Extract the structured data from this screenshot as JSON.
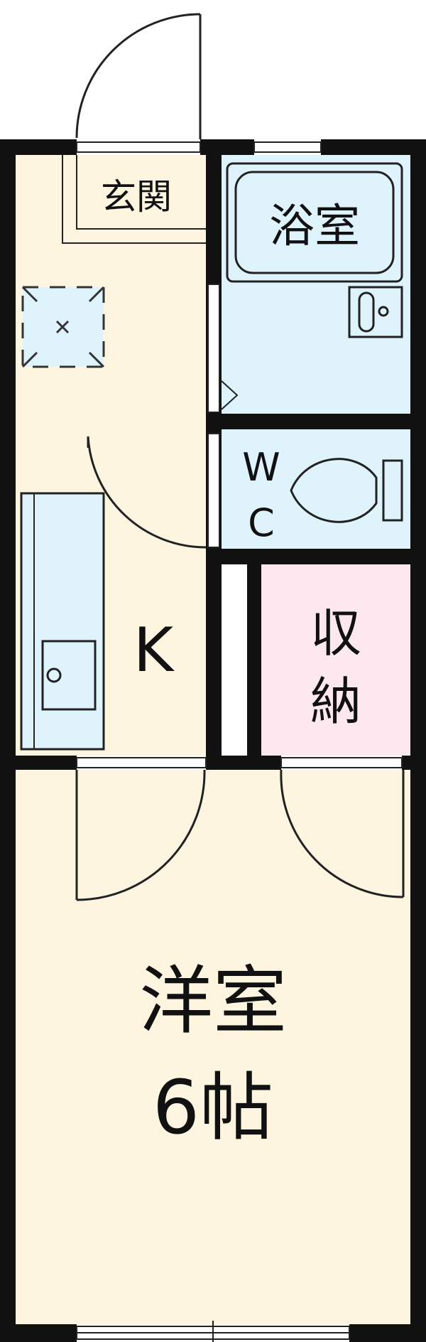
{
  "labels": {
    "genkan": "玄関",
    "bath": "浴室",
    "wc_w": "W",
    "wc_c": "C",
    "kitchen": "K",
    "storage_1": "収",
    "storage_2": "納",
    "western_room": "洋室",
    "room_size": "6帖"
  },
  "colors": {
    "wall": "#111111",
    "floor_cream": "#fdf5e0",
    "wet_area_blue": "#dff3fc",
    "storage_pink": "#fce8ee",
    "outline": "#222222"
  }
}
